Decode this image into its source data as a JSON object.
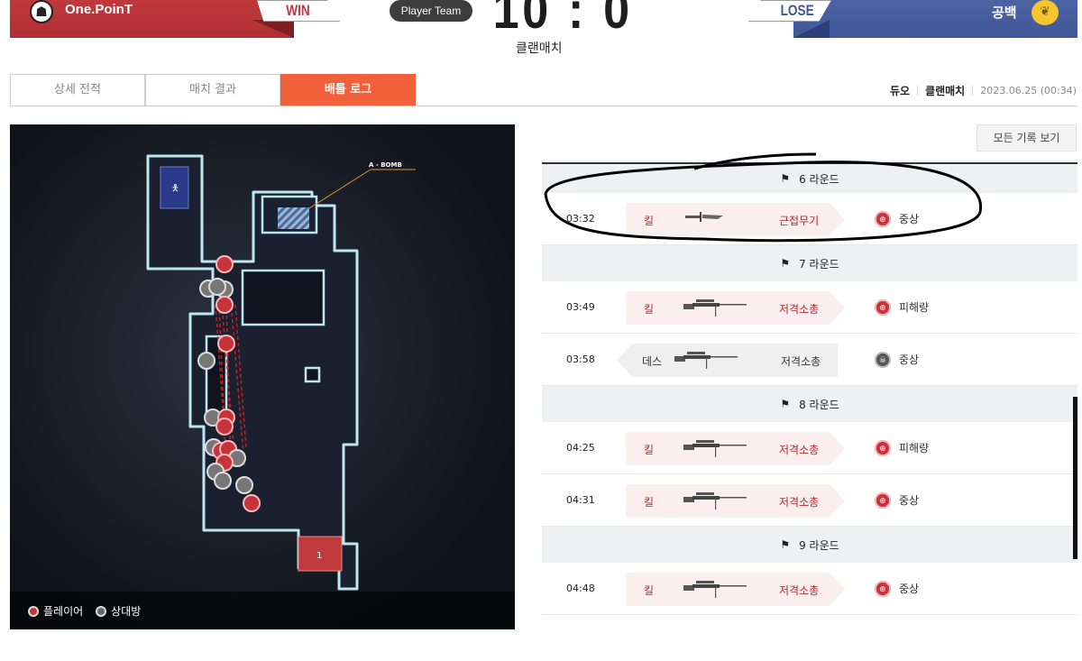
{
  "header": {
    "team_left": "One.PoinT",
    "result_left": "WIN",
    "player_team": "Player Team",
    "score": "10 : 0",
    "match_type": "클랜매치",
    "result_right": "LOSE",
    "team_right": "공백"
  },
  "tabs": [
    {
      "label": "상세 전적"
    },
    {
      "label": "매치 결과"
    },
    {
      "label": "배틀 로그"
    }
  ],
  "info": {
    "mode": "듀오",
    "type": "클랜매치",
    "datetime": "2023.06.25 (00:34)"
  },
  "map": {
    "site_label": "A - BOMB",
    "legend_player": "플레이어",
    "legend_enemy": "상대방",
    "colors": {
      "player": "#c8323a",
      "enemy": "#777777"
    }
  },
  "log": {
    "view_all": "모든 기록 보기",
    "rounds": [
      {
        "label": "6 라운드",
        "entries": [
          {
            "time": "03:32",
            "type": "킬",
            "weapon": "근접무기",
            "weapon_icon": "knife-icon",
            "result": "중상"
          }
        ]
      },
      {
        "label": "7 라운드",
        "entries": [
          {
            "time": "03:49",
            "type": "킬",
            "weapon": "저격소총",
            "weapon_icon": "sniper-rifle-icon",
            "result": "피해량"
          },
          {
            "time": "03:58",
            "type": "데스",
            "weapon": "저격소총",
            "weapon_icon": "sniper-rifle-icon",
            "result": "중상"
          }
        ]
      },
      {
        "label": "8 라운드",
        "entries": [
          {
            "time": "04:25",
            "type": "킬",
            "weapon": "저격소총",
            "weapon_icon": "sniper-rifle-icon",
            "result": "피해량"
          },
          {
            "time": "04:31",
            "type": "킬",
            "weapon": "저격소총",
            "weapon_icon": "sniper-rifle-icon",
            "result": "중상"
          }
        ]
      },
      {
        "label": "9 라운드",
        "entries": [
          {
            "time": "04:48",
            "type": "킬",
            "weapon": "저격소총",
            "weapon_icon": "sniper-rifle-icon",
            "result": "중상"
          }
        ]
      }
    ]
  }
}
